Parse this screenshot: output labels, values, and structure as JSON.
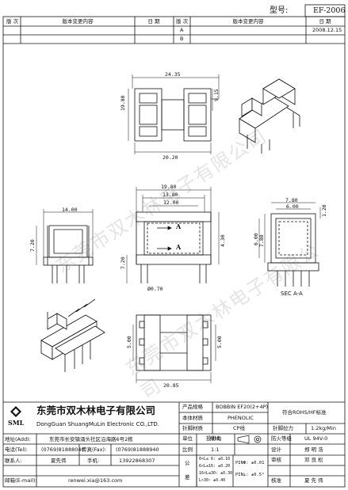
{
  "header": {
    "model_label": "型号:",
    "model_value": "EF-2006"
  },
  "revision": {
    "columns": [
      "版 次",
      "版本变更内容",
      "日 期",
      "版 次",
      "版本变更内容",
      "日 期"
    ],
    "rows": [
      {
        "rev": "A",
        "date": "2008.12.15"
      },
      {
        "rev": "B",
        "date": ""
      }
    ]
  },
  "watermark": "东莞市双木林电子有限公司",
  "dimensions": {
    "top_width": "24.35",
    "top_height": "19.80",
    "top_pin": "9.15",
    "top_bottom": "20.20",
    "front_outer": "19.80",
    "front_mid": "13.80",
    "front_inner": "12.00",
    "front_height": "4.30",
    "front_pin_h": "7.20",
    "front_pin_dia": "Ø0.70",
    "side_width": "14.00",
    "side_height": "7.20",
    "sec_w1": "7.80",
    "sec_w2": "6.00",
    "sec_h1": "7.80",
    "sec_h2": "6.00",
    "sec_t": "1.20",
    "bottom_h1": "5.00",
    "bottom_h2": "5.00",
    "bottom_w": "20.85",
    "section_mark": "A",
    "section_label": "SEC A-A"
  },
  "company": {
    "logo_text": "SML",
    "name_cn": "东莞市双木林电子有限公司",
    "name_en": "DongGuan ShuangMuLin Electronic CO.,LTD.",
    "address_label": "地址(Add):",
    "address": "东莞市长安镇涌头社区沿海路6号2栋",
    "tel_label": "电话(Tel):",
    "tel": "(0769)81888040",
    "fax_label": "传真(Fax):",
    "fax": "(0769)81888940",
    "contact_label": "联系人:",
    "contact": "夏先伟",
    "mobile_label": "手机:",
    "mobile": "13922868307",
    "email_label": "邮箱(E-mail):",
    "email": "renwei.xia@163.com"
  },
  "spec": {
    "name_label": "产品规格",
    "name_value": "BOBBIN EF20(2+4P)",
    "material_label": "本体材质",
    "material_value": "PHENOLIC",
    "pin_material_label": "针脚材质",
    "pin_material_value": "CP线",
    "rohs": "符合ROHS/HF标准",
    "pull_label": "针脚拉力",
    "pull_value": "1.2kg/Min"
  },
  "title_block": {
    "unit_label": "单位",
    "unit_value": "MM",
    "projection_label": "投影角",
    "flame_label": "防火等级",
    "flame_value": "UL 94V-0",
    "scale_label": "比例",
    "scale_value": "1:1",
    "design_label": "设计",
    "design_value": "郑 明 浩",
    "tol_label_1": "公",
    "tol_label_2": "差",
    "tolerances": [
      "0<L≤ 6: ±0.10",
      "6<L≤16: ±0.20",
      "16<L≤30: ±0.30",
      "L>30: ±0.40"
    ],
    "pin_tol": [
      "PINΦ: ±0.01",
      "PIN⊥: ±0.5°"
    ],
    "check_label": "审核",
    "check_value": "邓 良 松",
    "approve_label": "核准",
    "approve_value": "夏 先 伟"
  }
}
